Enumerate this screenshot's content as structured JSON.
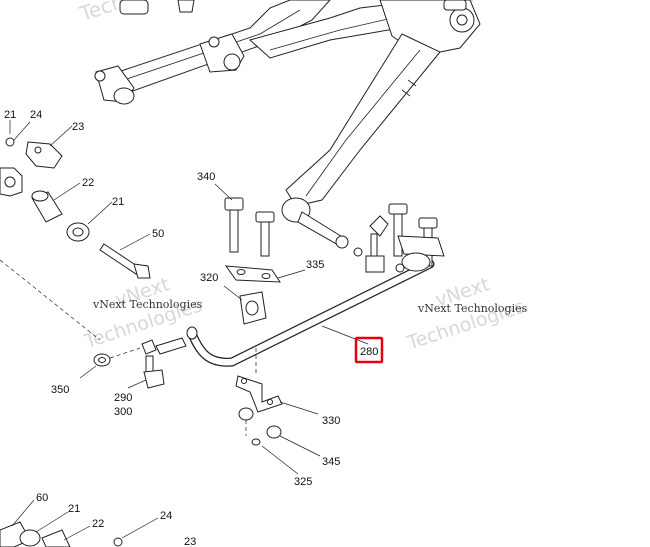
{
  "diagram": {
    "highlight_color": "#e8000f",
    "callouts": [
      {
        "id": "c21a",
        "text": "21"
      },
      {
        "id": "c24a",
        "text": "24"
      },
      {
        "id": "c23a",
        "text": "23"
      },
      {
        "id": "c22a",
        "text": "22"
      },
      {
        "id": "c21b",
        "text": "21"
      },
      {
        "id": "c50",
        "text": "50"
      },
      {
        "id": "c340",
        "text": "340"
      },
      {
        "id": "c320",
        "text": "320"
      },
      {
        "id": "c335",
        "text": "335"
      },
      {
        "id": "c280",
        "text": "280"
      },
      {
        "id": "c350",
        "text": "350"
      },
      {
        "id": "c290",
        "text": "290"
      },
      {
        "id": "c300",
        "text": "300"
      },
      {
        "id": "c330",
        "text": "330"
      },
      {
        "id": "c345",
        "text": "345"
      },
      {
        "id": "c325",
        "text": "325"
      },
      {
        "id": "c60",
        "text": "60"
      },
      {
        "id": "c21c",
        "text": "21"
      },
      {
        "id": "c22b",
        "text": "22"
      },
      {
        "id": "c24b",
        "text": "24"
      },
      {
        "id": "c23b",
        "text": "23"
      }
    ],
    "watermarks": {
      "brand": "vNext",
      "technologies": "Technologies",
      "small_line": "vNext Technologies"
    }
  }
}
